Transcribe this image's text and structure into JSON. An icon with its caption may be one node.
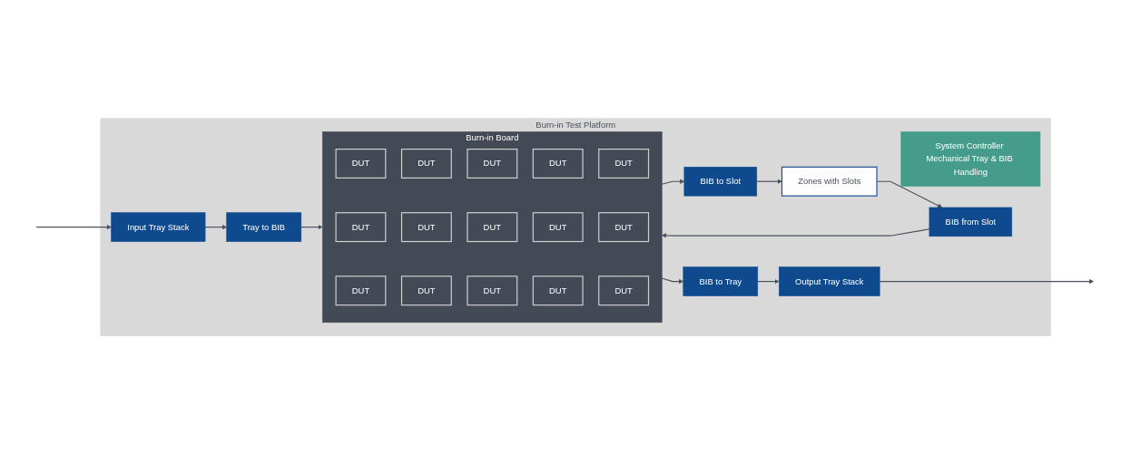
{
  "diagram": {
    "nodes": [
      {
        "text": [
          "Burn-in Test Platform"
        ]
      },
      {
        "text": [
          "Input Tray Stack"
        ],
        "in": 0
      },
      {
        "text": [
          "Tray to BIB"
        ],
        "in": 0
      },
      {
        "text": [
          "Burn-in Board"
        ],
        "in": 0
      },
      {
        "text": [
          "DUT"
        ],
        "in": 3
      },
      {
        "text": [
          "DUT"
        ],
        "in": 3
      },
      {
        "text": [
          "DUT"
        ],
        "in": 3
      },
      {
        "text": [
          "DUT"
        ],
        "in": 3
      },
      {
        "text": [
          "DUT"
        ],
        "in": 3
      },
      {
        "text": [
          "DUT"
        ],
        "in": 3
      },
      {
        "text": [
          "DUT"
        ],
        "in": 3
      },
      {
        "text": [
          "DUT"
        ],
        "in": 3
      },
      {
        "text": [
          "DUT"
        ],
        "in": 3
      },
      {
        "text": [
          "DUT"
        ],
        "in": 3
      },
      {
        "text": [
          "DUT"
        ],
        "in": 3
      },
      {
        "text": [
          "DUT"
        ],
        "in": 3
      },
      {
        "text": [
          "DUT"
        ],
        "in": 3
      },
      {
        "text": [
          "DUT"
        ],
        "in": 3
      },
      {
        "text": [
          "DUT"
        ],
        "in": 3
      },
      {
        "text": [
          "BIB to Slot"
        ],
        "in": 0
      },
      {
        "text": [
          "Zones with Slots"
        ],
        "in": 0
      },
      {
        "text": [
          "System Controller Mechanical Tray & BIB Handling"
        ],
        "in": 0
      },
      {
        "text": [
          "Output Tray Stack"
        ],
        "in": 0
      },
      {
        "text": [
          "BIB to Tray"
        ],
        "in": 0
      },
      {
        "text": [
          "BIB from Slot"
        ],
        "in": 0
      }
    ],
    "edges": [
      {
        "from": null,
        "to": 1,
        "arrow": "to"
      },
      {
        "from": 1,
        "to": 2,
        "arrow": "to"
      },
      {
        "from": 2,
        "to": 3,
        "arrow": "to"
      },
      {
        "from": 3,
        "to": 19,
        "arrow": "to"
      },
      {
        "from": 19,
        "to": 20,
        "arrow": "to"
      },
      {
        "from": 20,
        "to": 24,
        "arrow": "to"
      },
      {
        "from": 24,
        "to": 3,
        "arrow": "to"
      },
      {
        "from": 3,
        "to": 23,
        "arrow": "to"
      },
      {
        "from": 23,
        "to": 22,
        "arrow": "to"
      },
      {
        "from": 22,
        "to": null,
        "arrow": "to"
      }
    ]
  }
}
